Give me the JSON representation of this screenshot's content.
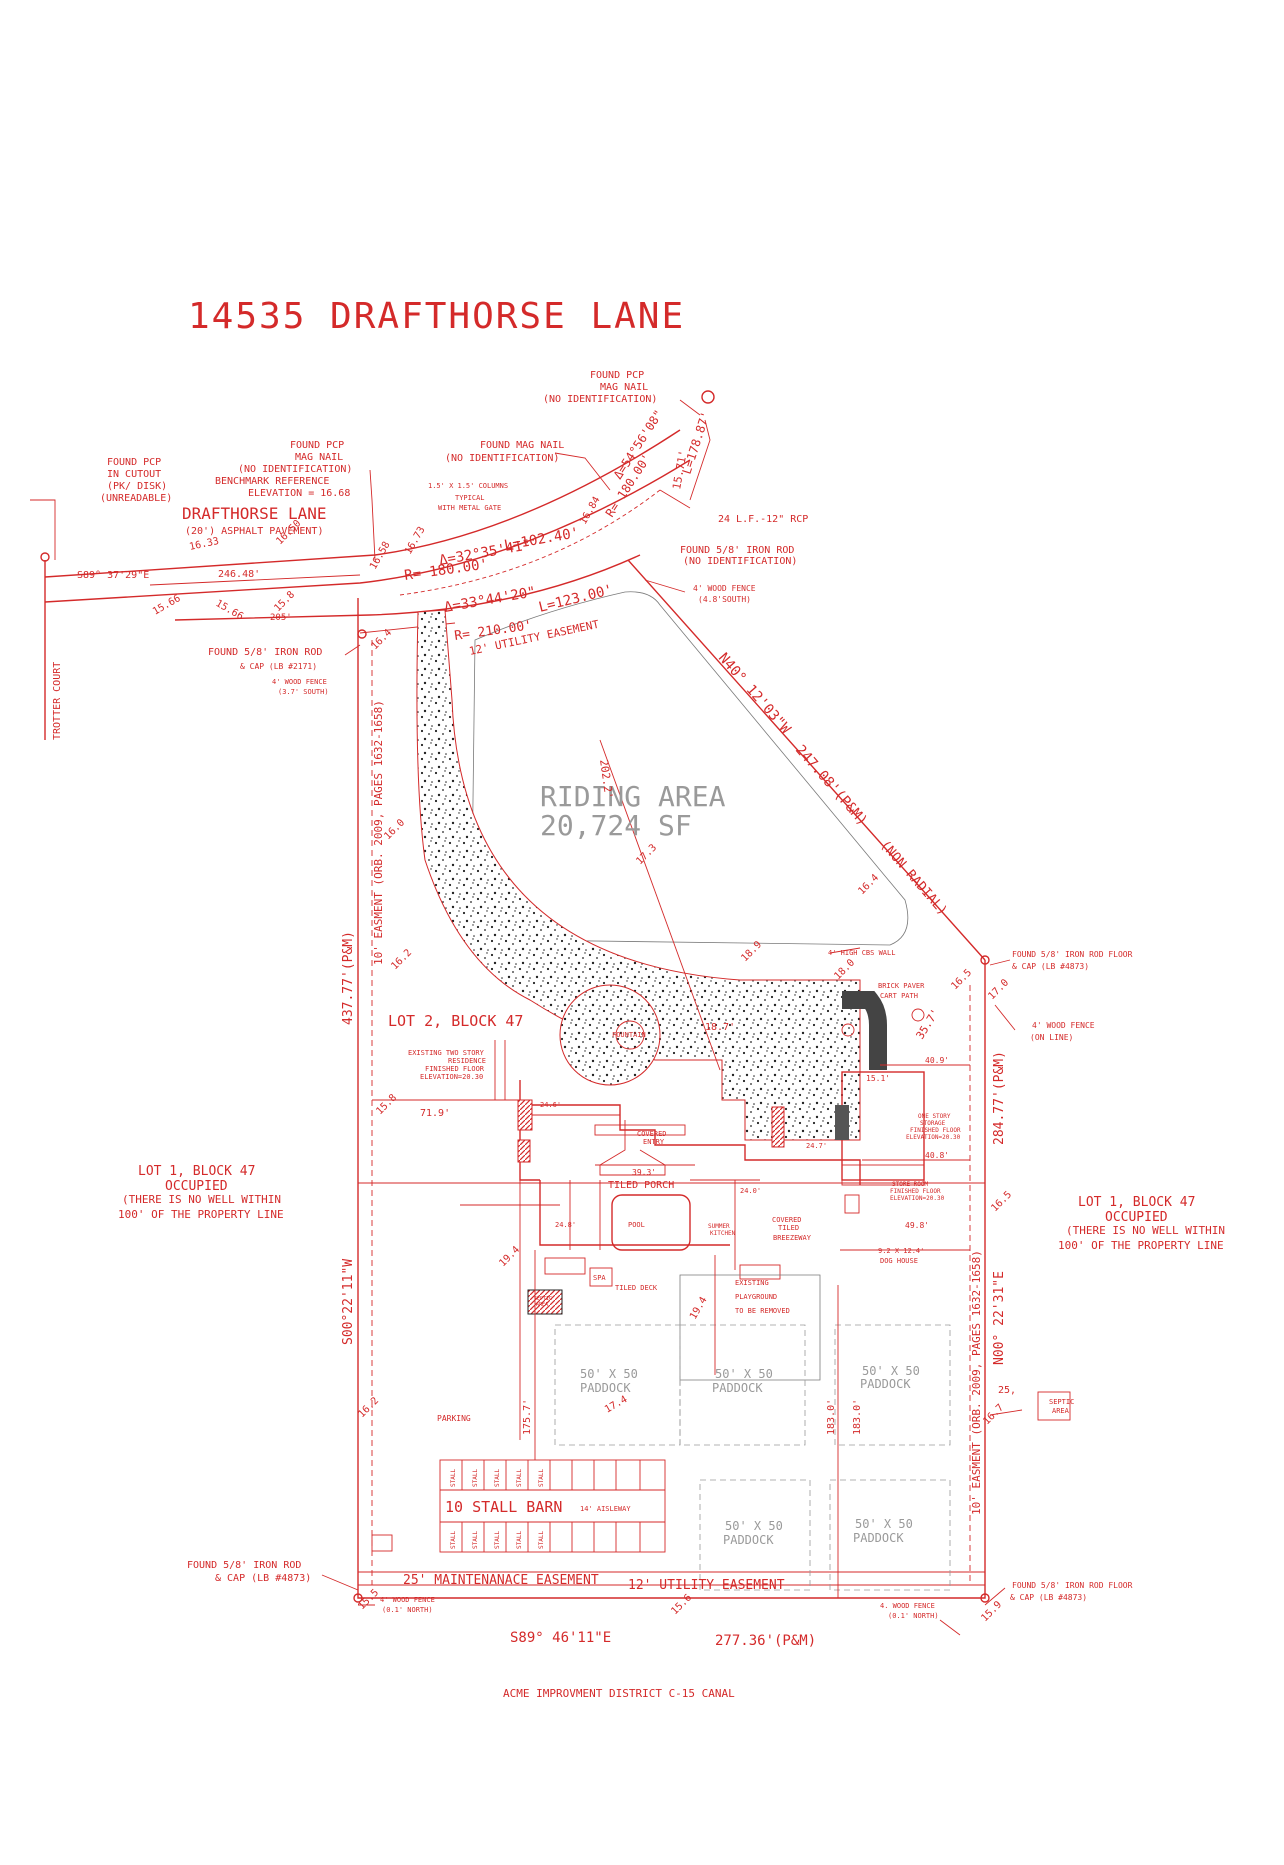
{
  "title": "14535 DRAFTHORSE LANE",
  "street": {
    "name": "DRAFTHORSE LANE",
    "pavement": "(20') ASPHALT PAVEMENT)",
    "side_street": "TROTTER COURT",
    "bearing_west": "S89° 37'29\"E",
    "dist_a": "246.48'",
    "dist_b": "205'"
  },
  "curves": {
    "c1_delta": "Δ=32°35'41\"",
    "c1_length": "L=102.40'",
    "c1_radius": "R= 180.00'",
    "c2_delta": "Δ=33°44'20\"",
    "c2_length": "L=123.00'",
    "c2_radius": "R= 210.00'",
    "c3_delta": "Δ=54°56'08\"",
    "c3_radius": "R= 180.00'",
    "c3_length": "L=178.87'",
    "c3_chord": "15.71'"
  },
  "notes": {
    "found_pcp_cutout": [
      "FOUND PCP",
      "IN CUTOUT",
      "(PK/ DISK)",
      "(UNREADABLE)"
    ],
    "found_pcp_mag": [
      "FOUND PCP",
      "MAG NAIL",
      "(NO IDENTIFICATION)",
      "BENCHMARK REFERENCE",
      "ELEVATION = 16.68"
    ],
    "found_mag_nail": [
      "FOUND MAG NAIL",
      "(NO IDENTIFICATION)"
    ],
    "columns": [
      "1.5' X 1.5' COLUMNS",
      "TYPICAL",
      "WITH METAL GATE"
    ],
    "found_pcp_top": [
      "FOUND PCP",
      "MAG NAIL",
      "(NO IDENTIFICATION)"
    ],
    "rcp": "24 L.F.-12\" RCP",
    "iron_rod_ne": [
      "FOUND 5/8' IRON ROD",
      "(NO IDENTIFICATION)"
    ],
    "fence_ne": [
      "4' WOOD FENCE",
      "(4.8'SOUTH)"
    ],
    "iron_rod_nw": [
      "FOUND 5/8' IRON ROD",
      "& CAP (LB #2171)"
    ],
    "fence_nw": [
      "4' WOOD FENCE",
      "(3.7' SOUTH)"
    ],
    "iron_rod_e": [
      "FOUND 5/8' IRON ROD FLOOR",
      "& CAP (LB #4873)"
    ],
    "fence_e": [
      "4' WOOD FENCE",
      "(ON LINE)"
    ],
    "iron_rod_sw": [
      "FOUND 5/8' IRON ROD",
      "& CAP (LB #4873)"
    ],
    "iron_rod_se": [
      "FOUND 5/8' IRON ROD FLOOR",
      "& CAP (LB #4873)"
    ],
    "fence_sw": [
      "4' WOOD FENCE",
      "(0.1' NORTH)"
    ],
    "fence_se": [
      "4. WOOD FENCE",
      "(0.1' NORTH)"
    ],
    "cbs_wall": "4' HIGH CBS WALL",
    "brick_paver": [
      "BRICK PAVER",
      "CART PATH"
    ]
  },
  "lots": {
    "west": [
      "LOT 1, BLOCK 47",
      "OCCUPIED",
      "(THERE IS NO WELL WITHIN",
      "100' OF THE PROPERTY LINE"
    ],
    "east": [
      "LOT 1, BLOCK 47",
      "OCCUPIED",
      "(THERE IS NO WELL WITHIN",
      "100' OF THE PROPERTY LINE"
    ],
    "subject": "LOT 2, BLOCK 47"
  },
  "boundary": {
    "west_len": "437.77'(P&M)",
    "west_bearing": "S00°22'11\"W",
    "east_len": "284.77'(P&M)",
    "east_bearing": "N00° 22'31\"E",
    "south_bearing": "S89° 46'11\"E",
    "south_len": "277.36'(P&M)",
    "ne_bearing": "N40° 12'03\"W",
    "ne_len": "247.08'(P&M)",
    "ne_note": "(NON RADIAL)",
    "west_easement": "10' EASMENT (ORB. 2009, PAGES 1632-1658)",
    "east_easement": "10' EASMENT (ORB. 2009, PAGES 1632-1658)",
    "utility_easement_n": "12' UTILITY EASEMENT",
    "maint_easement": "25' MAINTENANACE EASEMENT",
    "utility_easement_s": "12' UTILITY EASEMENT",
    "canal": "ACME IMPROVMENT DISTRICT C-15 CANAL"
  },
  "features": {
    "riding": [
      "RIDING AREA",
      "20,724 SF"
    ],
    "residence": [
      "EXISTING TWO STORY",
      "RESIDENCE",
      "FINISHED FLOOR",
      "ELEVATION=20.30"
    ],
    "fountain": "FOUNTAIN",
    "covered_entry": [
      "COVERED",
      "ENTRY"
    ],
    "tiled_porch": "TILED PORCH",
    "pool": "POOL",
    "summer_kitchen": [
      "SUMMER",
      "KITCHEN"
    ],
    "breezeway": [
      "COVERED",
      "TILED",
      "BREEZEWAY"
    ],
    "spa": "SPA",
    "tiled_deck": "TILED DECK",
    "septic_small": [
      "SEPTIC",
      "AREA"
    ],
    "playground": [
      "EXISTING",
      "PLAYGROUND",
      "TO BE REMOVED"
    ],
    "storage": [
      "ONE STORY",
      "STORAGE",
      "FINISHED FLOOR",
      "ELEVATION=20.30"
    ],
    "store_room": [
      "STORE ROOM",
      "FINISHED FLOOR",
      "ELEVATION=20.30"
    ],
    "dog_house": [
      "9.2 X 12.4'",
      "DOG HOUSE"
    ],
    "paddock_label": [
      "50' X 50",
      "PADDOCK"
    ],
    "parking": "PARKING",
    "barn": "10 STALL BARN",
    "aisleway": "14' AISLEWAY",
    "septic_east": [
      "SEPTIC",
      "AREA"
    ],
    "stall": "STALL"
  },
  "dims": {
    "d719": "71.9'",
    "d1757": "175.7'",
    "d1830a": "183.0'",
    "d1830b": "183.0'",
    "d409": "40.9'",
    "d408": "40.8'",
    "d498": "49.8'",
    "d393": "39.3'",
    "d357": "35.7'",
    "d187": "18.7'",
    "d202": "202.2'",
    "d151": "15.1'",
    "d25": "25,",
    "d246": "24.6'",
    "d247": "24.7'",
    "d248": "24.8'",
    "d240": "24.0'"
  },
  "elevations": [
    "16.33",
    "16.50",
    "16.58",
    "16.73",
    "16.84",
    "15.66",
    "15.66",
    "15.8",
    "16.0",
    "16.2",
    "15.8",
    "16.4",
    "17.3",
    "18.9",
    "18.0",
    "16.5",
    "17.0",
    "16.5",
    "16.7",
    "19.4",
    "19.4",
    "16.2",
    "15.5",
    "15.6",
    "15.9",
    "16.4",
    "17.4"
  ],
  "colors": {
    "ink": "#d42a2a",
    "paver": "#444444"
  }
}
